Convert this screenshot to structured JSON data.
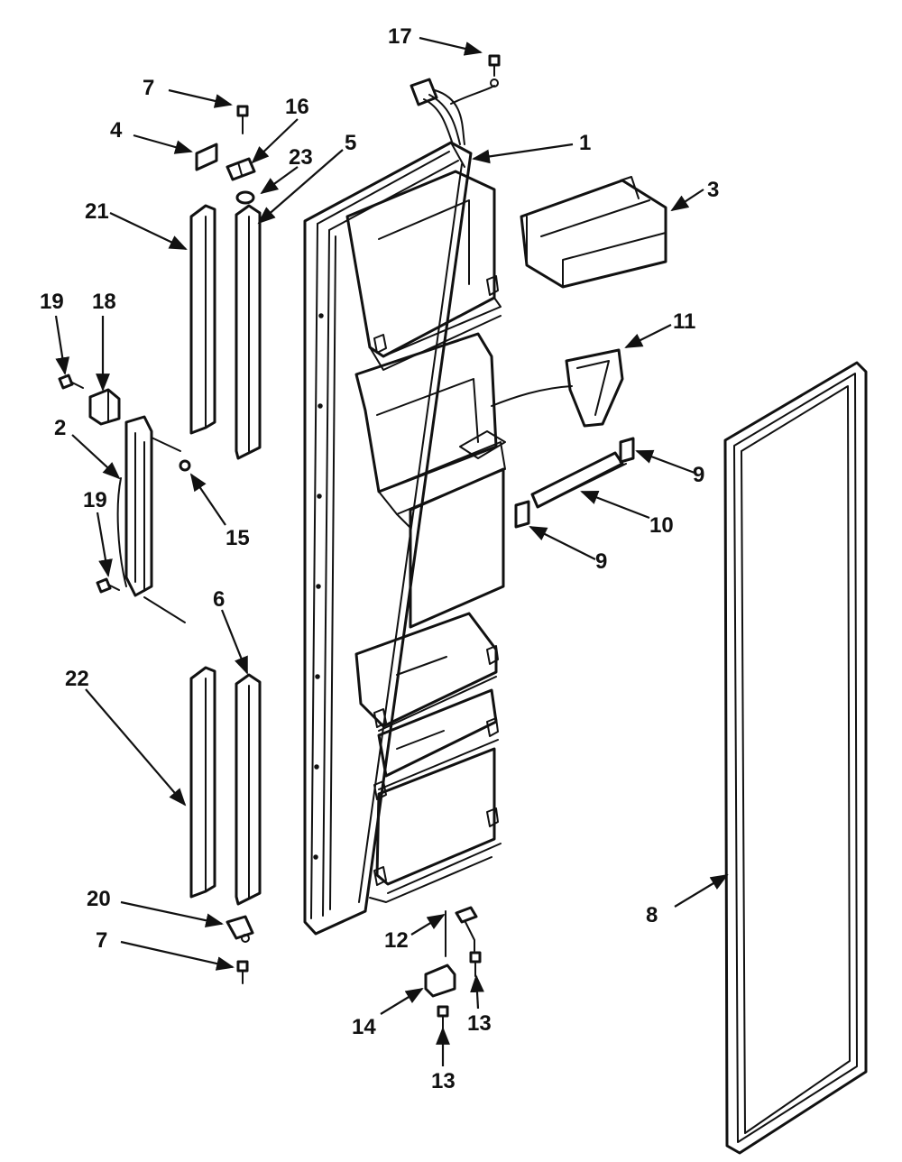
{
  "diagram": {
    "callouts": {
      "c17": "17",
      "c7a": "7",
      "c16": "16",
      "c4": "4",
      "c23": "23",
      "c5": "5",
      "c1": "1",
      "c3": "3",
      "c21": "21",
      "c19a": "19",
      "c18": "18",
      "c11": "11",
      "c2": "2",
      "c9a": "9",
      "c10": "10",
      "c15": "15",
      "c19b": "19",
      "c9b": "9",
      "c6": "6",
      "c22": "22",
      "c20": "20",
      "c7b": "7",
      "c12": "12",
      "c8": "8",
      "c14": "14",
      "c13a": "13",
      "c13b": "13"
    }
  }
}
